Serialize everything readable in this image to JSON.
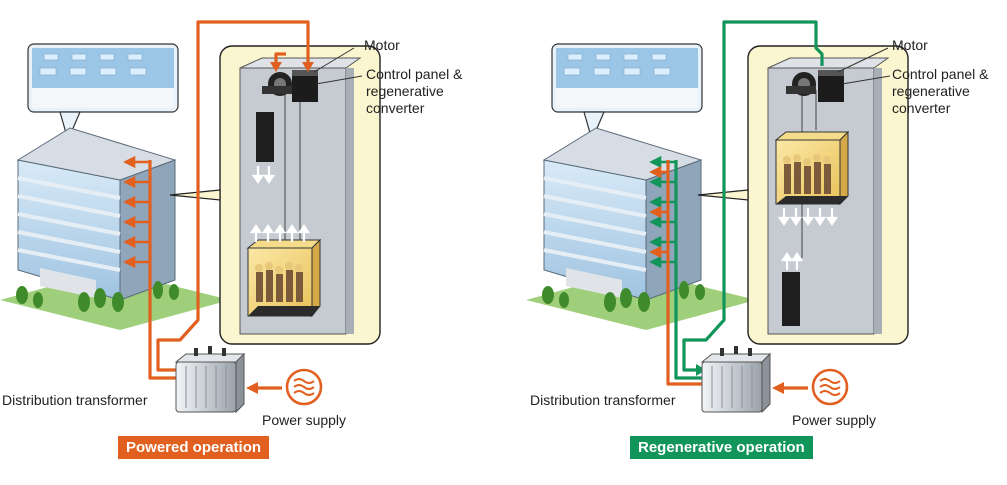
{
  "labels": {
    "motor": "Motor",
    "control_panel_line1": "Control panel &",
    "control_panel_line2": "regenerative",
    "control_panel_line3": "converter",
    "distribution_transformer": "Distribution transformer",
    "power_supply": "Power supply"
  },
  "panels": [
    {
      "mode": "Powered operation",
      "color": "#e2601f"
    },
    {
      "mode": "Regenerative operation",
      "color": "#12955a"
    }
  ],
  "colors": {
    "shaft_bg": "#fbf6cf",
    "tower_wall": "#cfd3d8",
    "building_glass": "#b9d7ee"
  }
}
